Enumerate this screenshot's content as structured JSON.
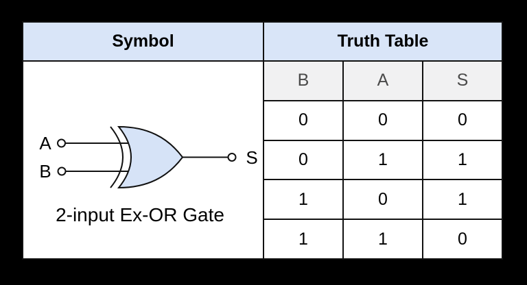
{
  "colors": {
    "background": "#000000",
    "panel_fill": "#ffffff",
    "header_fill": "#d9e5f8",
    "gate_fill": "#d6e3f7",
    "subheader_fill": "#f1f1f2",
    "border": "#111111",
    "subheader_text": "#4a4a4a",
    "text": "#000000"
  },
  "header": {
    "symbol_label": "Symbol",
    "truth_label": "Truth Table"
  },
  "symbol": {
    "input_a_label": "A",
    "input_b_label": "B",
    "output_label": "S",
    "caption": "2-input Ex-OR Gate"
  },
  "truth_table": {
    "columns": [
      "B",
      "A",
      "S"
    ],
    "rows": [
      [
        "0",
        "0",
        "0"
      ],
      [
        "0",
        "1",
        "1"
      ],
      [
        "1",
        "0",
        "1"
      ],
      [
        "1",
        "1",
        "0"
      ]
    ]
  }
}
